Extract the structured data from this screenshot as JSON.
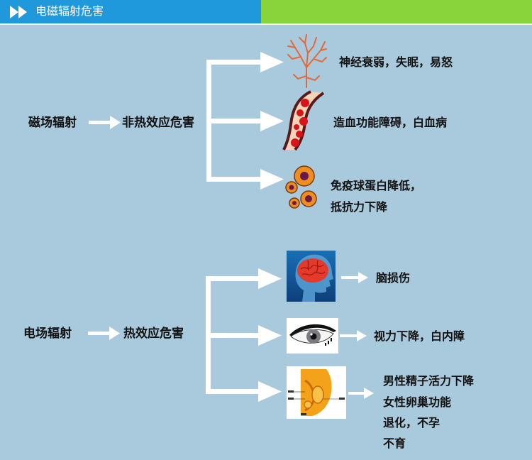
{
  "header": {
    "title": "电磁辐射危害",
    "left_color": "#1f98dc",
    "right_color": "#8ad43b"
  },
  "magnetic": {
    "source": "磁场辐射",
    "category": "非热效应危害",
    "effects": [
      {
        "icon": "nerve-icon",
        "lines": [
          "神经衰弱，失眠，易怒"
        ]
      },
      {
        "icon": "blood-vessel-icon",
        "lines": [
          "造血功能障碍，白血病"
        ]
      },
      {
        "icon": "cell-icon",
        "lines": [
          "免疫球蛋白降低，",
          "抵抗力下降"
        ]
      }
    ]
  },
  "electric": {
    "source": "电场辐射",
    "category": "热效应危害",
    "effects": [
      {
        "icon": "brain-icon",
        "lines": [
          "脑损伤"
        ]
      },
      {
        "icon": "eye-icon",
        "lines": [
          "视力下降，白内障"
        ]
      },
      {
        "icon": "reproductive-organ-icon",
        "lines": [
          "男性精子活力下降",
          "女性卵巢功能",
          "退化，不孕",
          "不育"
        ]
      }
    ]
  }
}
